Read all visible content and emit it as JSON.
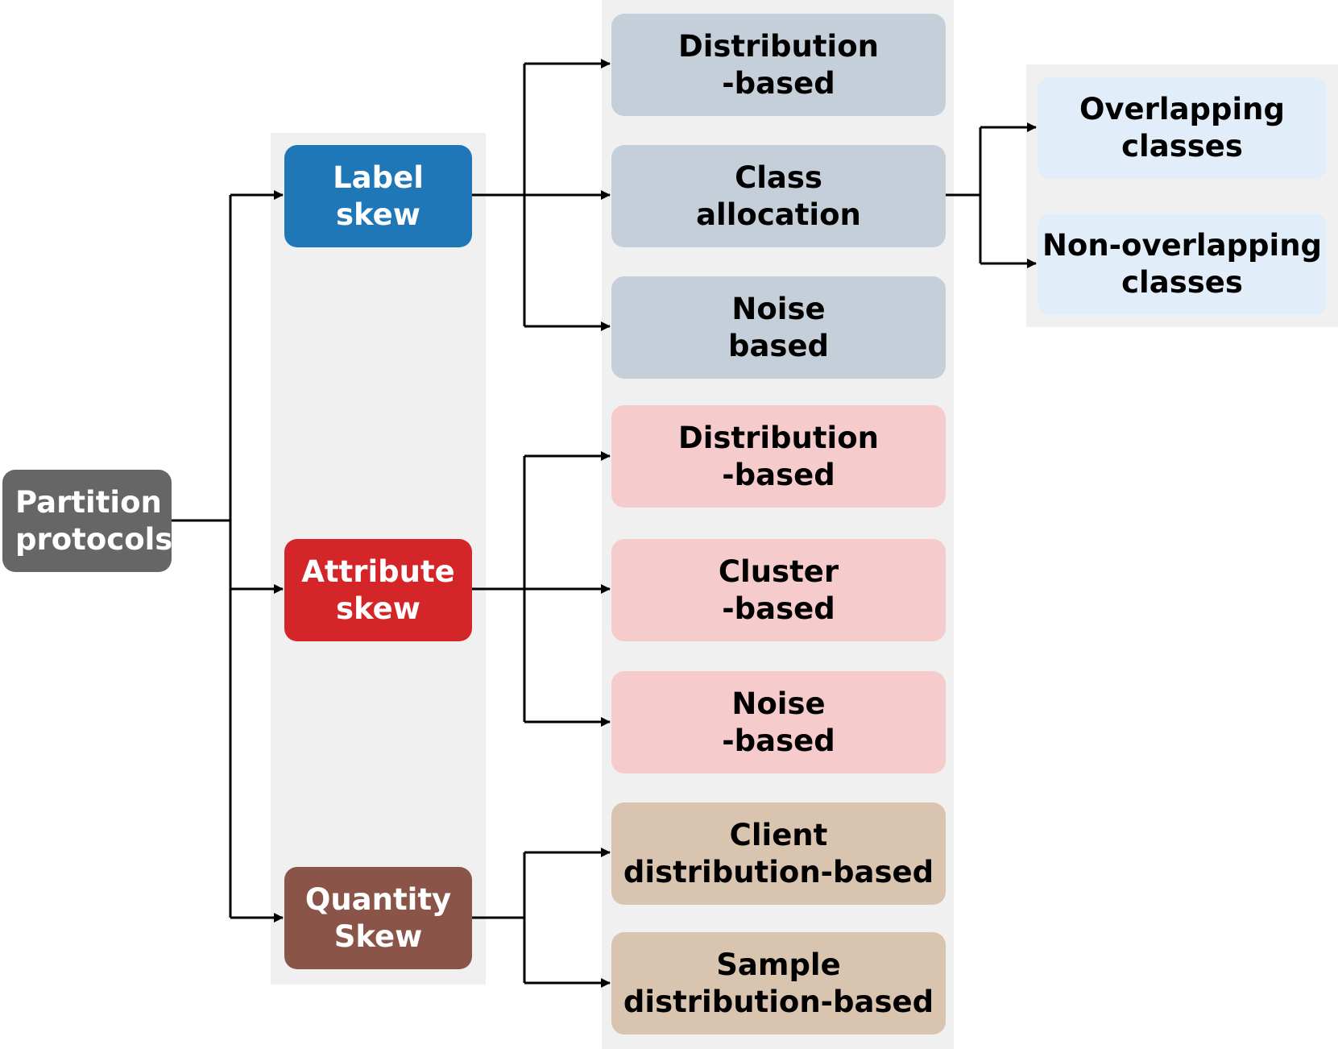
{
  "root": {
    "label": "Partition\nprotocols"
  },
  "categories": [
    {
      "label": "Label\nskew"
    },
    {
      "label": "Attribute\nskew"
    },
    {
      "label": "Quantity\nSkew"
    }
  ],
  "label_skew_methods": [
    {
      "label": "Distribution\n-based"
    },
    {
      "label": "Class\nallocation"
    },
    {
      "label": "Noise\nbased"
    }
  ],
  "attribute_skew_methods": [
    {
      "label": "Distribution\n-based"
    },
    {
      "label": "Cluster\n-based"
    },
    {
      "label": "Noise\n-based"
    }
  ],
  "quantity_skew_methods": [
    {
      "label": "Client\ndistribution-based"
    },
    {
      "label": "Sample\ndistribution-based"
    }
  ],
  "class_allocation_types": [
    {
      "label": "Overlapping\nclasses"
    },
    {
      "label": "Non-overlapping\nclasses"
    }
  ],
  "colors": {
    "root": "#666666",
    "label_skew": "#1f77b8",
    "attribute_skew": "#d42528",
    "quantity_skew": "#8a5548",
    "label_methods": "#c5cfd9",
    "attribute_methods": "#f5cbcc",
    "quantity_methods": "#d9c4b0",
    "class_types": "#e1edf8",
    "panel": "#f0f0f0",
    "edge": "#000000"
  }
}
